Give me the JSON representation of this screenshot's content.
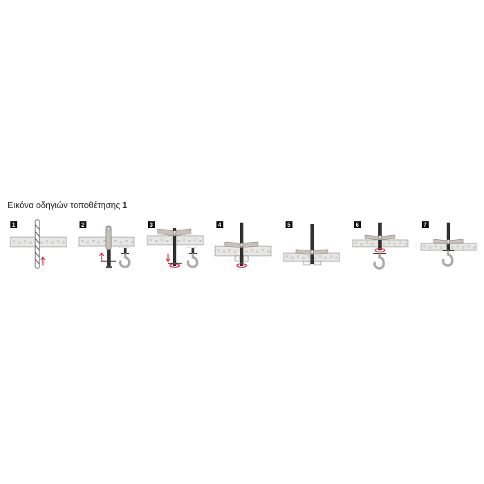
{
  "title": {
    "text": "Εικόνα οδηγιών τοποθέτησης",
    "number": "1"
  },
  "steps": [
    {
      "number": "1"
    },
    {
      "number": "2"
    },
    {
      "number": "3"
    },
    {
      "number": "4"
    },
    {
      "number": "5"
    },
    {
      "number": "6"
    },
    {
      "number": "7"
    }
  ],
  "colors": {
    "board": "#e6e6e4",
    "rod": "#333333",
    "wing": "#c8c1b8",
    "accent": "#d0283c",
    "badge": "#111111"
  }
}
